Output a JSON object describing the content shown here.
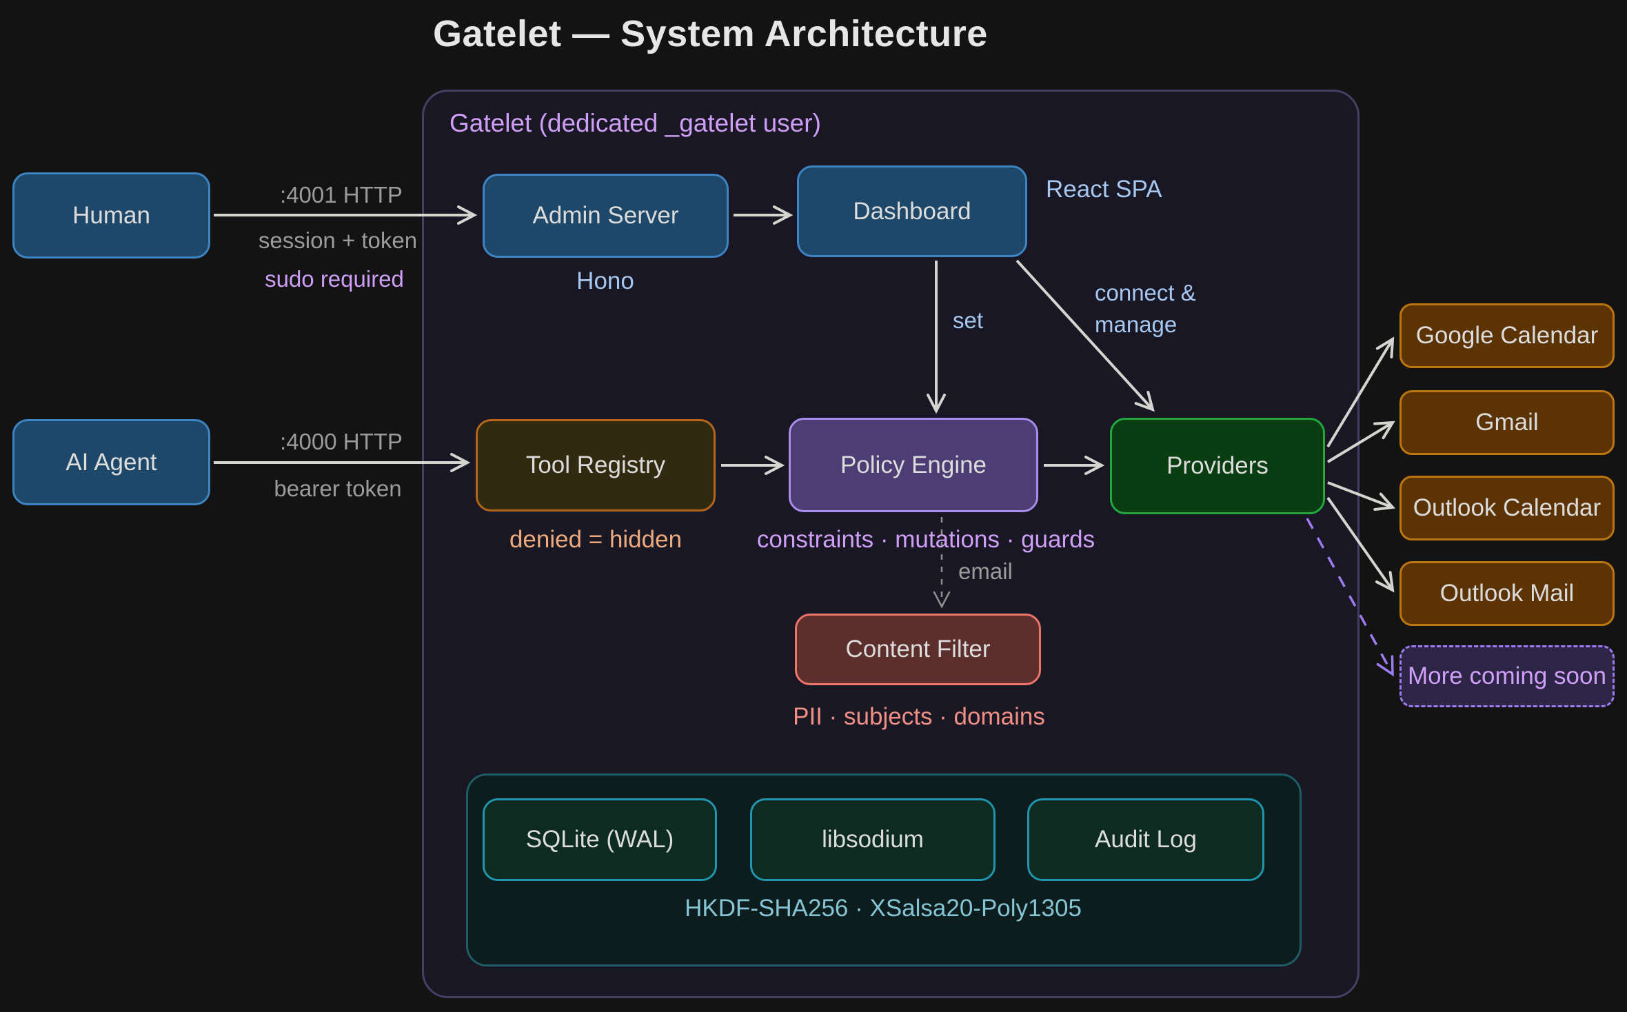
{
  "title": "Gatelet — System Architecture",
  "container_label": "Gatelet (dedicated _gatelet user)",
  "nodes": {
    "human": "Human",
    "ai_agent": "AI Agent",
    "admin_server": "Admin Server",
    "dashboard": "Dashboard",
    "tool_registry": "Tool Registry",
    "policy_engine": "Policy Engine",
    "providers": "Providers",
    "content_filter": "Content Filter",
    "sqlite": "SQLite (WAL)",
    "libsodium": "libsodium",
    "audit_log": "Audit Log",
    "google_calendar": "Google Calendar",
    "gmail": "Gmail",
    "outlook_calendar": "Outlook Calendar",
    "outlook_mail": "Outlook Mail",
    "more_coming_soon": "More coming soon"
  },
  "captions": {
    "admin_server": "Hono",
    "dashboard": "React SPA",
    "tool_registry": "denied = hidden",
    "policy_engine": "constraints · mutations · guards",
    "content_filter": "PII · subjects · domains",
    "storage": "HKDF-SHA256 · XSalsa20-Poly1305"
  },
  "edge_labels": {
    "human_admin_port": ":4001 HTTP",
    "human_admin_auth": "session + token",
    "human_admin_note": "sudo required",
    "agent_tool_port": ":4000 HTTP",
    "agent_tool_auth": "bearer token",
    "dashboard_policy": "set",
    "dashboard_providers_line1": "connect &",
    "dashboard_providers_line2": "manage",
    "policy_filter": "email"
  },
  "colors": {
    "background": "#131313",
    "container_fill": "#1a1724",
    "container_border": "#463f63",
    "blue_fill": "#1d4869",
    "blue_border": "#3e84c2",
    "yellow_fill": "#322a10",
    "yellow_border": "#b4661b",
    "purple_fill": "#4c3e74",
    "purple_border": "#aa8ceb",
    "green_fill": "#0b3d12",
    "green_border": "#21a73d",
    "red_fill": "#5c2f2d",
    "red_border": "#ef746a",
    "teal_fill": "#0d2b20",
    "teal_border": "#2095ae",
    "brown_fill": "#5c3305",
    "brown_border": "#bd760f",
    "more_fill": "#2c2546",
    "more_border": "#9f7bf0",
    "arrow": "#d6d4cf",
    "arrow_dashed_gray": "#8f8f8f",
    "arrow_dashed_purple": "#9f7bf0"
  }
}
